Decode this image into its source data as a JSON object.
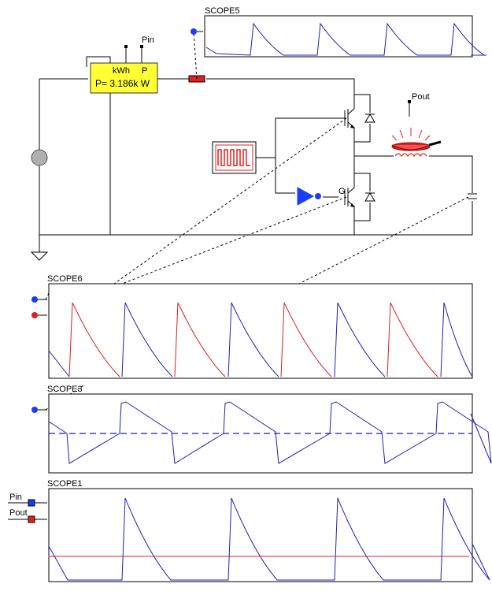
{
  "meter": {
    "unit_label": "kWh",
    "p_label": "P",
    "reading": "P= 3.186k W"
  },
  "probes": {
    "pin": "Pin",
    "pout": "Pout"
  },
  "scopes": {
    "scope5": {
      "title": "SCOPE5"
    },
    "scope6": {
      "title": "SCOPE6"
    },
    "scope3": {
      "title": "SCOPE3"
    },
    "scope1": {
      "title": "SCOPE1",
      "inputs": [
        "Pin",
        "Pout"
      ]
    }
  },
  "igbt_top_label": "",
  "igbt_bottom_label": "G",
  "colors": {
    "trace_blue": "#1f1fb4",
    "trace_red": "#d92020",
    "meter_yellow": "#ffff33",
    "blue_node": "#1a3cff",
    "red_node": "#e02020",
    "source_gray": "#b0b0b0"
  }
}
